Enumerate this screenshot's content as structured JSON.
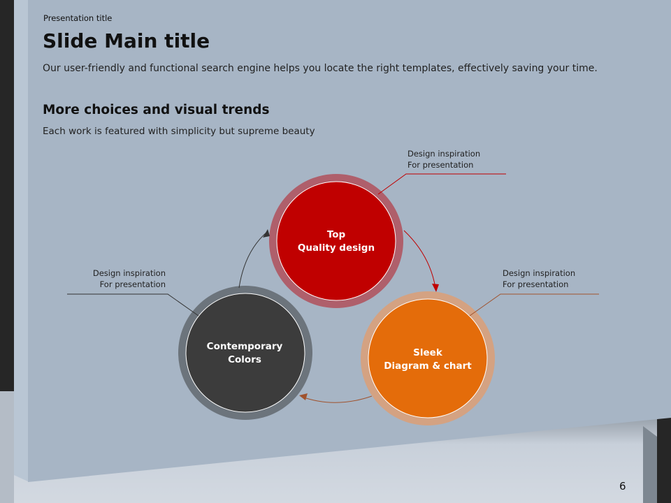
{
  "header": {
    "presentation_title": "Presentation  title",
    "main_title": "Slide Main title",
    "subtitle": "Our user-friendly and functional search engine helps you locate the right templates, effectively saving your time."
  },
  "section": {
    "heading": "More choices and visual trends",
    "description": "Each work is featured with simplicity but supreme beauty"
  },
  "diagram": {
    "circles": [
      {
        "line1": "Top",
        "line2": "Quality design",
        "color": "#c00000"
      },
      {
        "line1": "Sleek",
        "line2": "Diagram & chart",
        "color": "#e46c0a"
      },
      {
        "line1": "Contemporary",
        "line2": "Colors",
        "color": "#3c3c3c"
      }
    ],
    "notes": [
      {
        "line1": "Design inspiration",
        "line2": "For presentation"
      },
      {
        "line1": "Design inspiration",
        "line2": "For presentation"
      },
      {
        "line1": "Design inspiration",
        "line2": "For presentation"
      }
    ]
  },
  "page_number": "6"
}
